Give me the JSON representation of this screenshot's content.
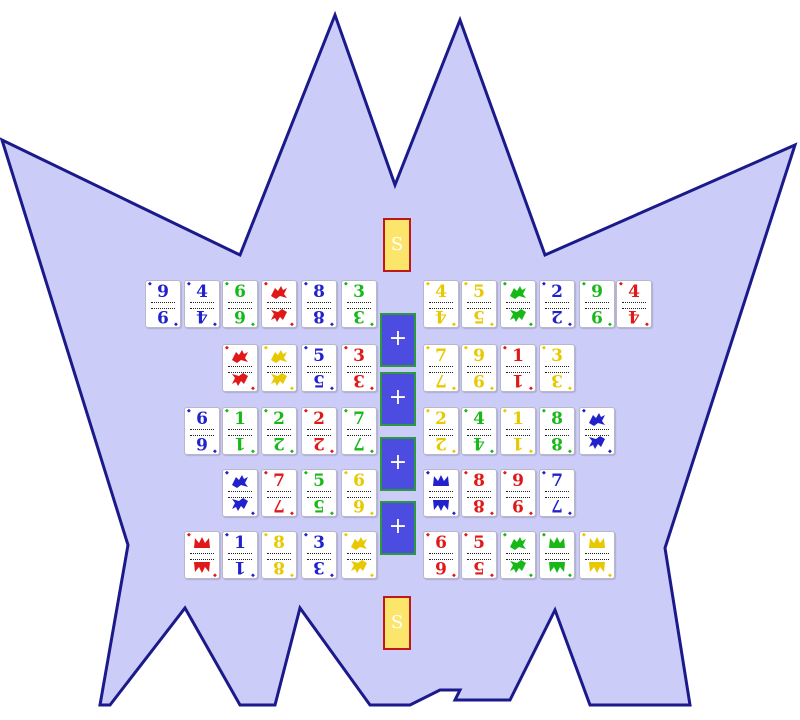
{
  "board": {
    "fill": "#ccccf8",
    "stroke": "#1a1a8a"
  },
  "colors": {
    "red": "#e01818",
    "blue": "#2222cc",
    "green": "#18b818",
    "yellow": "#e8c800"
  },
  "stock_top": {
    "label": "S"
  },
  "stock_bottom": {
    "label": "S"
  },
  "foundations": [
    {
      "label": "+"
    },
    {
      "label": "+"
    },
    {
      "label": "+"
    },
    {
      "label": "+"
    }
  ],
  "tableau": {
    "row1": [
      {
        "rank": "9",
        "color": "blue"
      },
      {
        "rank": "4",
        "color": "blue"
      },
      {
        "rank": "6",
        "color": "green"
      },
      {
        "rank": "",
        "color": "red",
        "icon": "dragon-icon"
      },
      {
        "rank": "8",
        "color": "blue"
      },
      {
        "rank": "3",
        "color": "green"
      },
      {
        "rank": "4",
        "color": "yellow"
      },
      {
        "rank": "5",
        "color": "yellow"
      },
      {
        "rank": "",
        "color": "green",
        "icon": "dragon-icon"
      },
      {
        "rank": "2",
        "color": "blue"
      },
      {
        "rank": "9",
        "color": "green"
      },
      {
        "rank": "4",
        "color": "red"
      }
    ],
    "row2": [
      {
        "rank": "",
        "color": "red",
        "icon": "dragon-icon"
      },
      {
        "rank": "",
        "color": "yellow",
        "icon": "dragon-icon"
      },
      {
        "rank": "5",
        "color": "blue"
      },
      {
        "rank": "3",
        "color": "red"
      },
      {
        "rank": "7",
        "color": "yellow"
      },
      {
        "rank": "9",
        "color": "yellow"
      },
      {
        "rank": "1",
        "color": "red"
      },
      {
        "rank": "3",
        "color": "yellow"
      }
    ],
    "row3": [
      {
        "rank": "6",
        "color": "blue"
      },
      {
        "rank": "1",
        "color": "green"
      },
      {
        "rank": "2",
        "color": "green"
      },
      {
        "rank": "2",
        "color": "red"
      },
      {
        "rank": "7",
        "color": "green"
      },
      {
        "rank": "2",
        "color": "yellow"
      },
      {
        "rank": "4",
        "color": "green"
      },
      {
        "rank": "1",
        "color": "yellow"
      },
      {
        "rank": "8",
        "color": "green"
      },
      {
        "rank": "",
        "color": "blue",
        "icon": "dragon-icon"
      }
    ],
    "row4": [
      {
        "rank": "",
        "color": "blue",
        "icon": "dragon-icon"
      },
      {
        "rank": "7",
        "color": "red"
      },
      {
        "rank": "5",
        "color": "green"
      },
      {
        "rank": "6",
        "color": "yellow"
      },
      {
        "rank": "",
        "color": "blue",
        "icon": "crown-icon"
      },
      {
        "rank": "8",
        "color": "red"
      },
      {
        "rank": "9",
        "color": "red"
      },
      {
        "rank": "7",
        "color": "blue"
      }
    ],
    "row5": [
      {
        "rank": "",
        "color": "red",
        "icon": "crown-icon"
      },
      {
        "rank": "1",
        "color": "blue"
      },
      {
        "rank": "8",
        "color": "yellow"
      },
      {
        "rank": "3",
        "color": "blue"
      },
      {
        "rank": "",
        "color": "yellow",
        "icon": "dragon-icon"
      },
      {
        "rank": "6",
        "color": "red"
      },
      {
        "rank": "5",
        "color": "red"
      },
      {
        "rank": "",
        "color": "green",
        "icon": "dragon-icon"
      },
      {
        "rank": "",
        "color": "green",
        "icon": "crown-icon"
      },
      {
        "rank": "",
        "color": "yellow",
        "icon": "crown-icon"
      }
    ]
  }
}
